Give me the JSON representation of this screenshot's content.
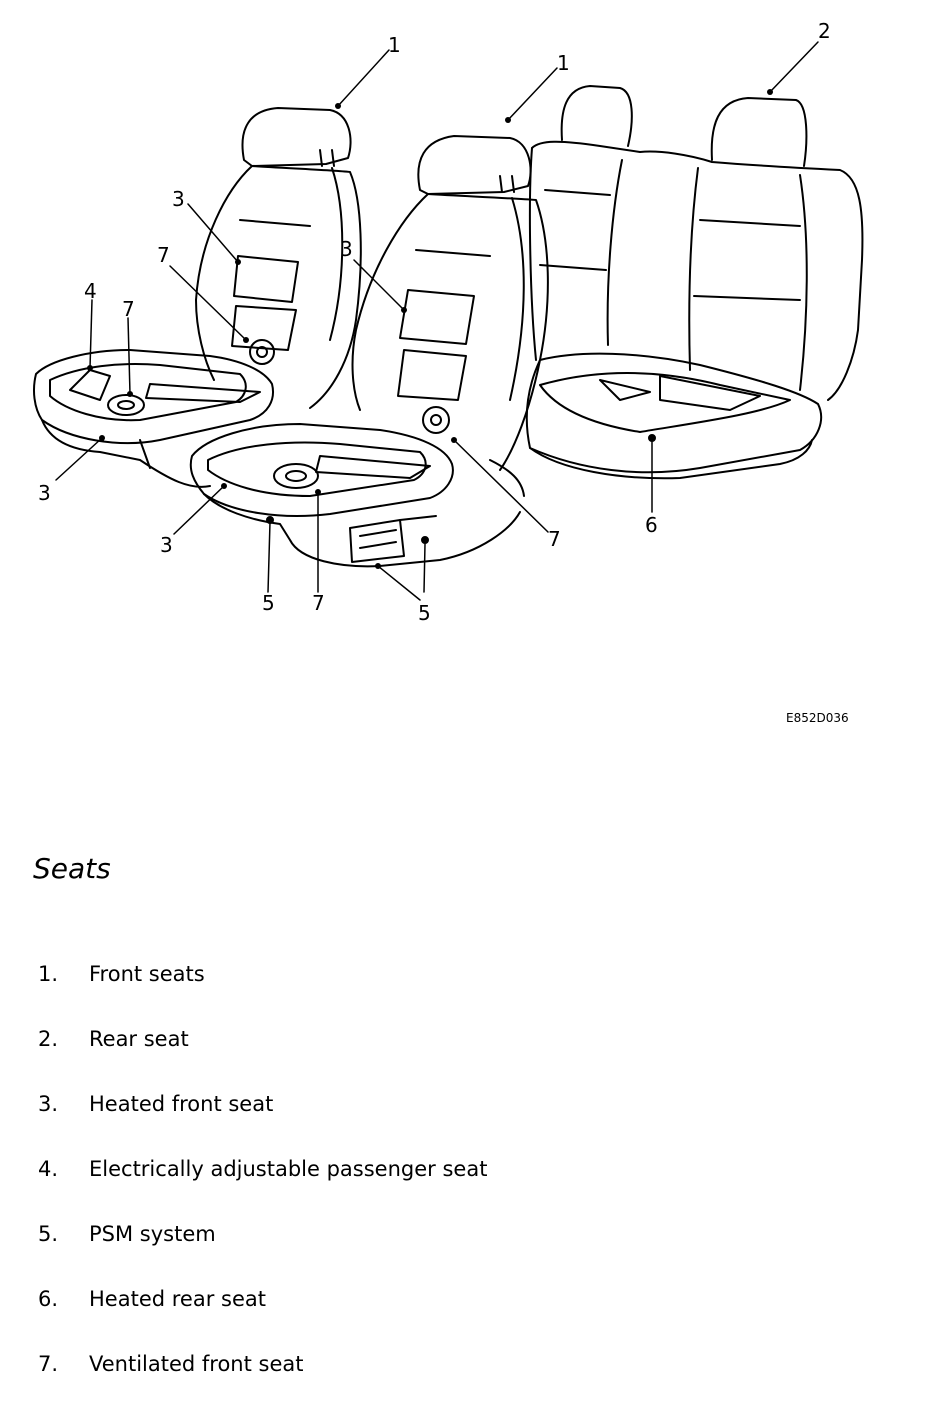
{
  "figure": {
    "code": "E852D036",
    "callouts": [
      "1",
      "1",
      "2",
      "3",
      "3",
      "3",
      "3",
      "4",
      "5",
      "5",
      "6",
      "7",
      "7",
      "7",
      "7"
    ]
  },
  "section": {
    "title": "Seats"
  },
  "legend": [
    {
      "num": "1.",
      "text": "Front seats"
    },
    {
      "num": "2.",
      "text": "Rear seat"
    },
    {
      "num": "3.",
      "text": "Heated front seat"
    },
    {
      "num": "4.",
      "text": "Electrically adjustable passenger seat"
    },
    {
      "num": "5.",
      "text": "PSM system"
    },
    {
      "num": "6.",
      "text": "Heated rear seat"
    },
    {
      "num": "7.",
      "text": "Ventilated front seat"
    }
  ]
}
